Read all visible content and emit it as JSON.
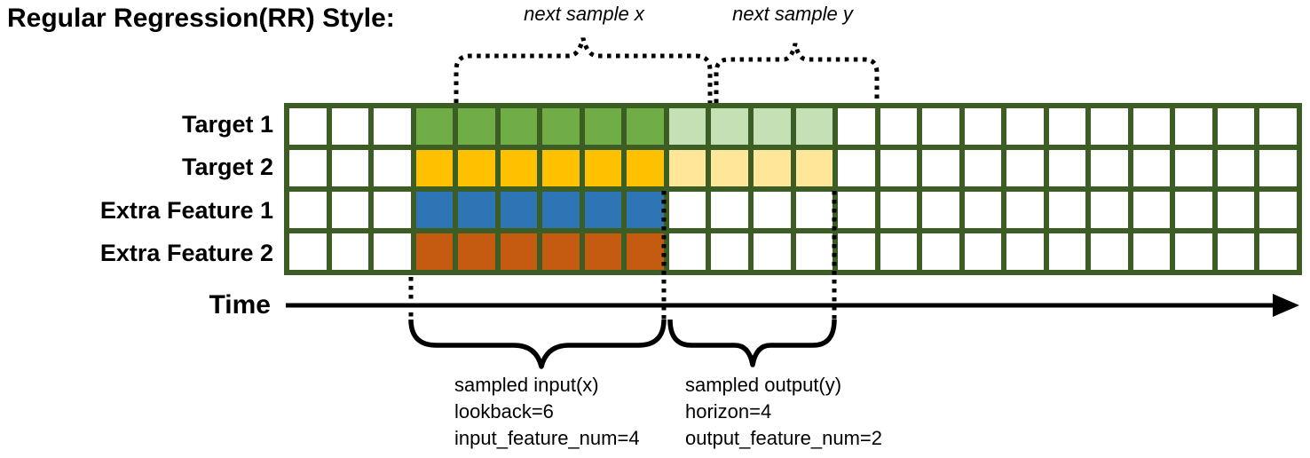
{
  "title": "Regular Regression(RR) Style:",
  "colors": {
    "grid_border": "#3C5D24",
    "cell_white": "#FFFFFF",
    "line_black": "#000000"
  },
  "grid": {
    "columns": 24,
    "input_start_col": 4,
    "input_cols": 6,
    "output_cols": 4,
    "rows": [
      {
        "label": "Target 1",
        "input_color": "#70AD47",
        "output_color": "#C5E0B4"
      },
      {
        "label": "Target 2",
        "input_color": "#FFC000",
        "output_color": "#FFE699"
      },
      {
        "label": "Extra Feature 1",
        "input_color": "#2E75B6",
        "output_color": null
      },
      {
        "label": "Extra Feature 2",
        "input_color": "#C55A11",
        "output_color": null
      }
    ]
  },
  "annotations": {
    "next_sample_x": "next sample x",
    "next_sample_y": "next sample y",
    "time_label": "Time",
    "input": {
      "line1": "sampled input(x)",
      "line2": "lookback=6",
      "line3": "input_feature_num=4"
    },
    "output": {
      "line1": "sampled output(y)",
      "line2": "horizon=4",
      "line3": "output_feature_num=2"
    }
  }
}
